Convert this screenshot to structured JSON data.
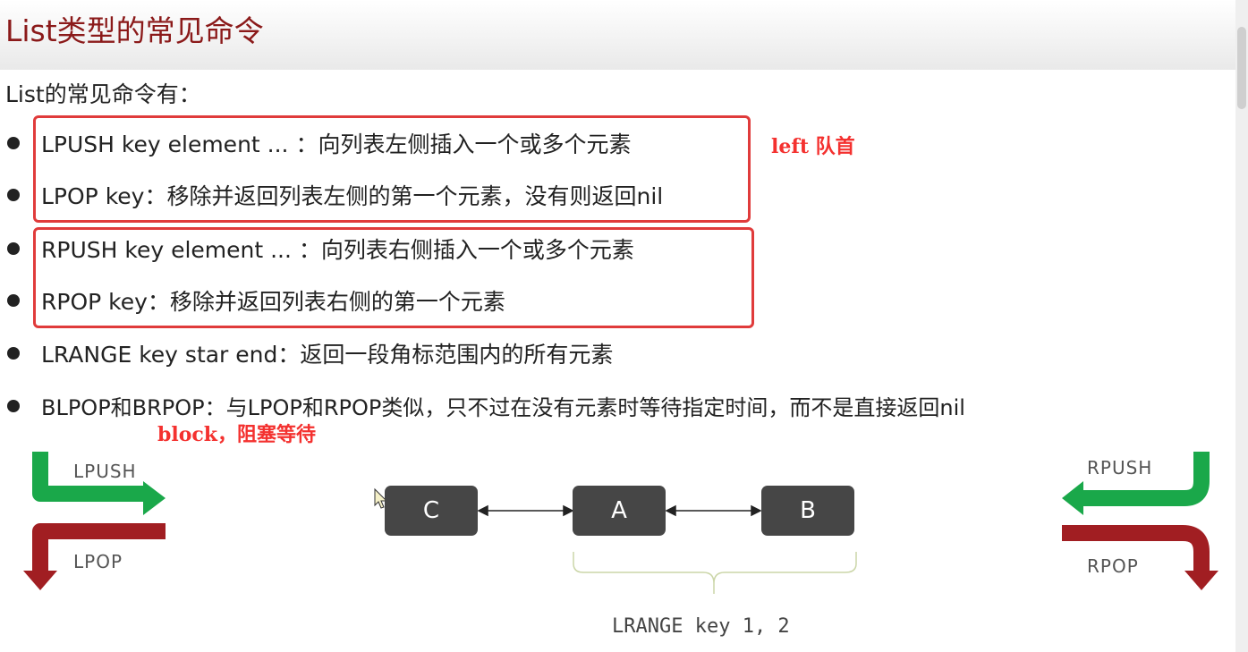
{
  "slide": {
    "title": "List类型的常见命令",
    "intro": "List的常见命令有："
  },
  "commands": [
    {
      "text": "LPUSH key  element ... ：向列表左侧插入一个或多个元素"
    },
    {
      "text": "LPOP key：移除并返回列表左侧的第一个元素，没有则返回nil"
    },
    {
      "text": "RPUSH key  element ... ：向列表右侧插入一个或多个元素"
    },
    {
      "text": "RPOP key：移除并返回列表右侧的第一个元素"
    },
    {
      "text": "LRANGE key star end：返回一段角标范围内的所有元素"
    },
    {
      "text": "BLPOP和BRPOP：与LPOP和RPOP类似，只不过在没有元素时等待指定时间，而不是直接返回nil"
    }
  ],
  "annotations": {
    "left_note": "left 队首",
    "block_note": "block，阻塞等待"
  },
  "diagram": {
    "nodes": [
      "C",
      "A",
      "B"
    ],
    "lpush_label": "LPUSH",
    "lpop_label": "LPOP",
    "rpush_label": "RPUSH",
    "rpop_label": "RPOP",
    "range_label": "LRANGE key 1, 2"
  },
  "colors": {
    "title": "#8b1a1a",
    "highlight_box": "#e03b3b",
    "annotation": "#f4312f",
    "push_arrow": "#1aa84a",
    "pop_arrow": "#a11e22",
    "node_fill": "#464646",
    "range_brace": "#cbd6a8"
  }
}
